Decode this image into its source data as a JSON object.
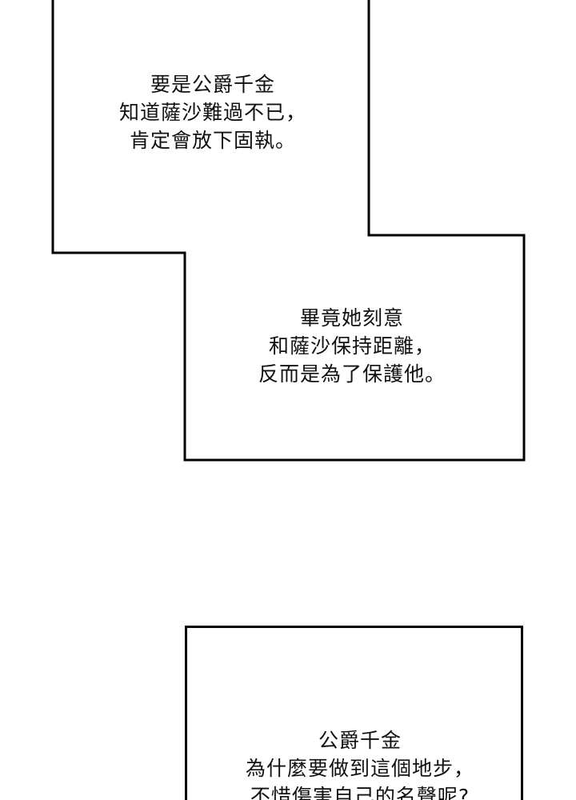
{
  "panels": {
    "top": {
      "lines": [
        "要是公爵千金",
        "知道薩沙難過不已，",
        "肯定會放下固執。"
      ]
    },
    "middle": {
      "lines": [
        "畢竟她刻意",
        "和薩沙保持距離，",
        "反而是為了保護他。"
      ]
    },
    "bottom": {
      "lines": [
        "公爵千金",
        "為什麼要做到這個地步，",
        "不惜傷害自己的名聲呢?"
      ]
    }
  },
  "colors": {
    "background": "#ffffff",
    "border": "#000000",
    "text": "#111111"
  }
}
